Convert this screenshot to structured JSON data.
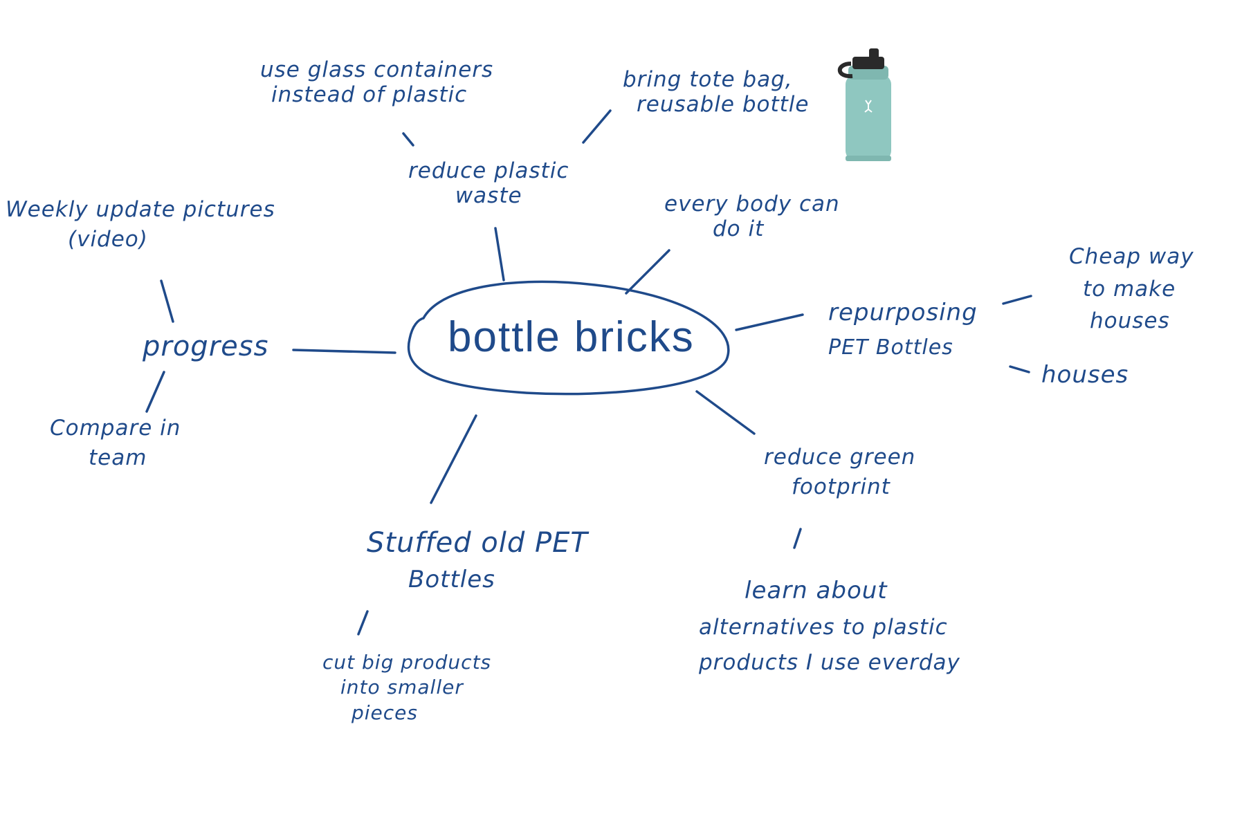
{
  "colors": {
    "ink": "#1f4a8a",
    "background": "#ffffff",
    "bottle_body": "#8fc7c0",
    "bottle_cap": "#2a2a2a"
  },
  "icons": {
    "bottle": "reusable-water-bottle-icon"
  },
  "center": {
    "label": "bottle bricks"
  },
  "nodes": {
    "reduce_plastic_waste": {
      "line1": "reduce plastic",
      "line2": "waste"
    },
    "glass_containers": {
      "line1": "use glass containers",
      "line2": "instead of plastic"
    },
    "tote_bag": {
      "line1": "bring tote bag,",
      "line2": "reusable bottle"
    },
    "everybody": {
      "line1": "every body can",
      "line2": "do it"
    },
    "repurposing": {
      "line1": "repurposing",
      "line2": "PET Bottles"
    },
    "cheap_way": {
      "line1": "Cheap way",
      "line2": "to make",
      "line3": "houses"
    },
    "houses": {
      "line1": "houses"
    },
    "reduce_footprint": {
      "line1": "reduce green",
      "line2": "footprint"
    },
    "learn_about": {
      "line1": "learn about",
      "line2": "alternatives to plastic",
      "line3": "products I use everday"
    },
    "stuffed": {
      "line1": "Stuffed old PET",
      "line2": "Bottles"
    },
    "cut_big": {
      "line1": "cut big products",
      "line2": "into smaller",
      "line3": "pieces"
    },
    "progress": {
      "line1": "progress"
    },
    "weekly": {
      "line1": "Weekly update pictures",
      "line2": "(video)"
    },
    "compare": {
      "line1": "Compare in",
      "line2": "team"
    }
  }
}
